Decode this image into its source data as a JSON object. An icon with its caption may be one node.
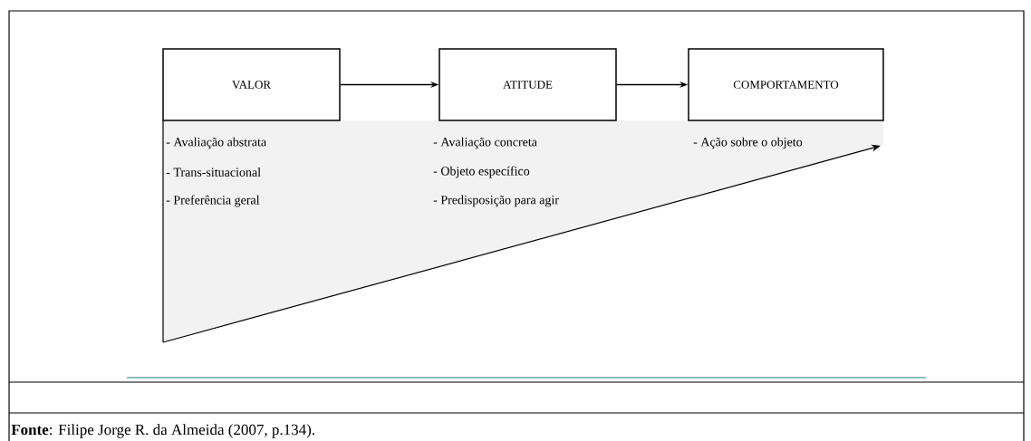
{
  "diagram": {
    "caption": "**Fonte**: Filipe Jorge R. da Almeida (2007, p.134).",
    "nodes": [
      {
        "text": [
          "VALOR"
        ],
        "beside": [
          "- Avaliação abstrata",
          "- Trans-situacional",
          "- Preferência geral"
        ]
      },
      {
        "text": [
          "ATITUDE"
        ],
        "beside": [
          "- Avaliação concreta",
          "- Objeto específico",
          "- Predisposição para agir"
        ]
      },
      {
        "text": [
          "COMPORTAMENTO"
        ],
        "beside": [
          "- Ação sobre o objeto"
        ]
      }
    ],
    "edges": [
      {
        "from": 0,
        "to": 1,
        "arrow": "to"
      },
      {
        "from": 1,
        "to": 2,
        "arrow": "to"
      }
    ]
  }
}
